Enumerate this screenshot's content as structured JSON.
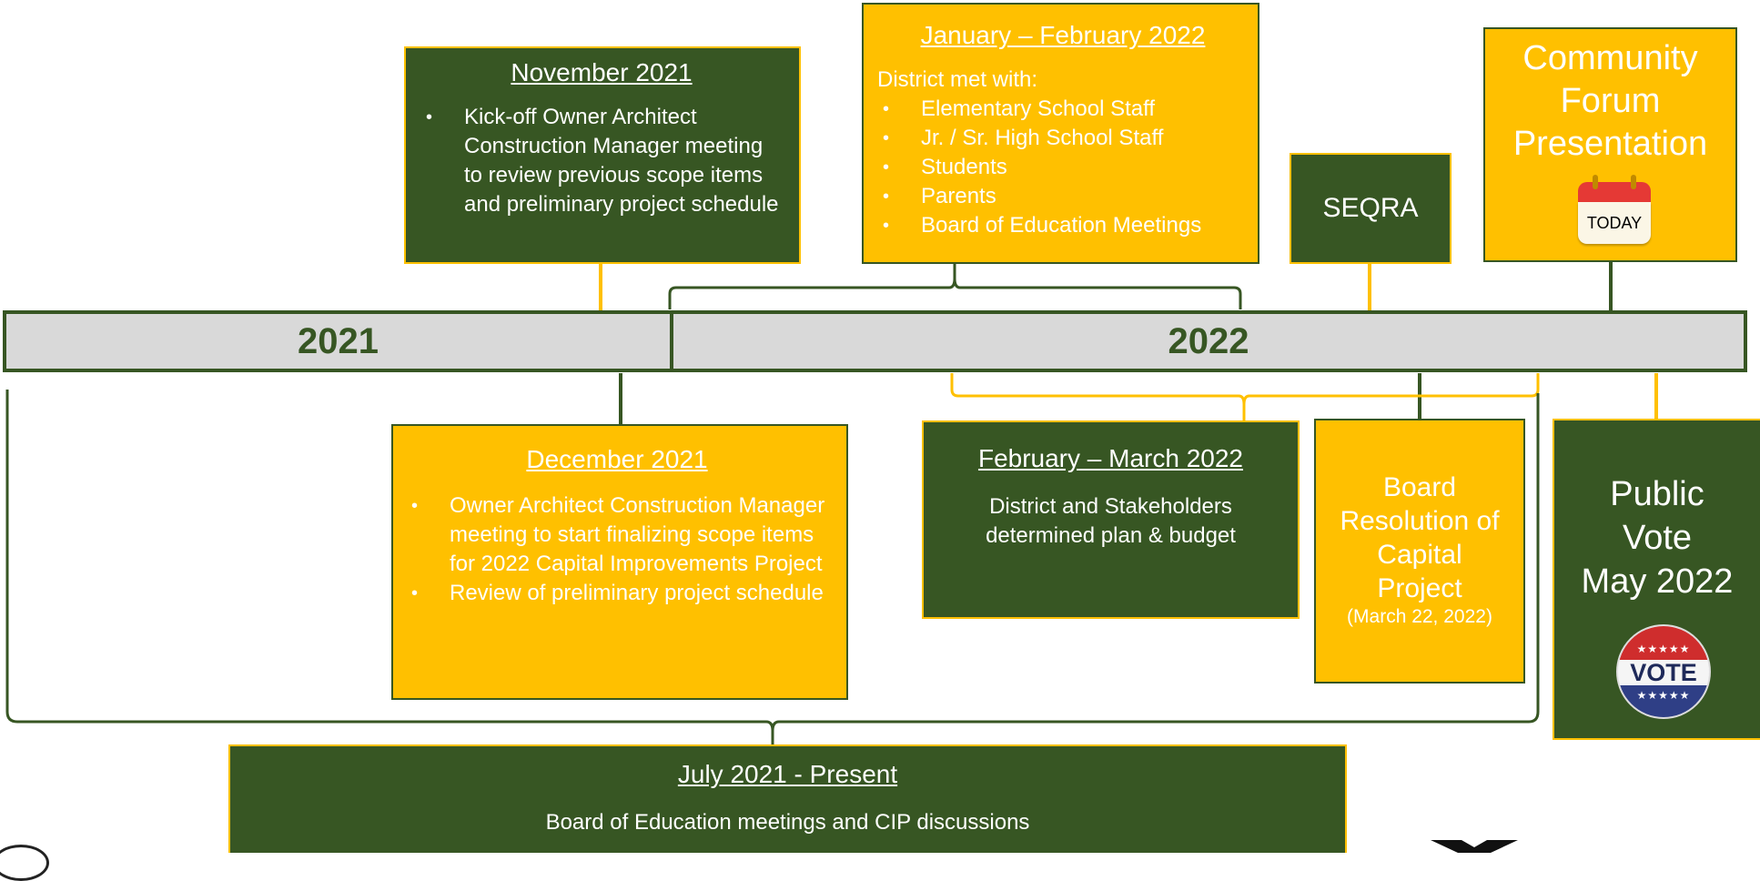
{
  "colors": {
    "green": "#375623",
    "yellow": "#ffc000",
    "bar": "#d9d9d9"
  },
  "timeline": {
    "year1": "2021",
    "year2": "2022"
  },
  "nov2021": {
    "title": "November 2021",
    "bullets": [
      "Kick-off Owner Architect Construction Manager meeting to review previous scope items and preliminary project schedule"
    ]
  },
  "janfeb2022": {
    "title": "January – February 2022",
    "intro": "District met with:",
    "bullets": [
      "Elementary School Staff",
      "Jr. / Sr. High School Staff",
      "Students",
      "Parents",
      "Board of Education Meetings"
    ]
  },
  "seqra": {
    "label": "SEQRA"
  },
  "forum": {
    "lines": [
      "Community",
      "Forum",
      "Presentation"
    ],
    "calendar_text": "TODAY",
    "icon": "calendar-icon"
  },
  "dec2021": {
    "title": "December 2021",
    "bullets": [
      "Owner Architect Construction Manager meeting to start finalizing scope items for 2022 Capital Improvements Project",
      "Review of preliminary project schedule"
    ]
  },
  "febmar2022": {
    "title": "February – March 2022",
    "body": "District and Stakeholders determined plan & budget"
  },
  "resolution": {
    "lines": [
      "Board",
      "Resolution of",
      "Capital",
      "Project"
    ],
    "date": "(March 22, 2022)"
  },
  "vote": {
    "lines": [
      "Public",
      "Vote",
      "May 2022"
    ],
    "badge_text": "VOTE",
    "icon": "vote-badge-icon"
  },
  "july2021": {
    "title": "July 2021 - Present",
    "body": "Board of Education meetings and CIP discussions"
  }
}
